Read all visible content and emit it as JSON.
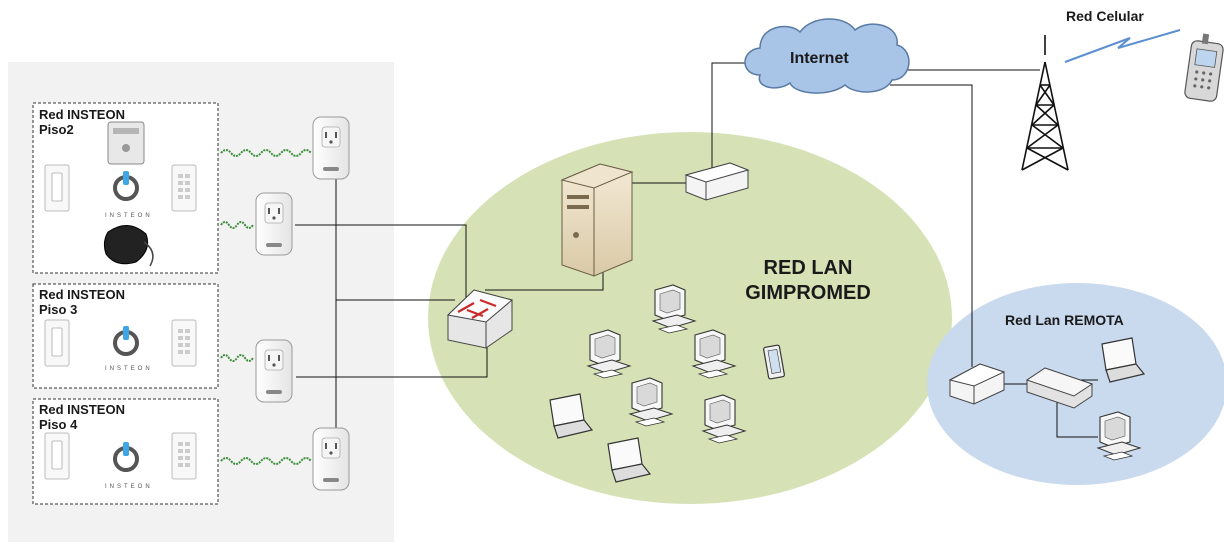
{
  "zones": {
    "floor2": {
      "title": "Red INSTEON",
      "subtitle": "Piso2"
    },
    "floor3": {
      "title": "Red INSTEON",
      "subtitle": "Piso 3"
    },
    "floor4": {
      "title": "Red INSTEON",
      "subtitle": "Piso 4"
    }
  },
  "lan": {
    "line1": "RED LAN",
    "line2": "GIMPROMED"
  },
  "remote_lan": {
    "label": "Red Lan REMOTA"
  },
  "internet": {
    "label": "Internet"
  },
  "cellular": {
    "label": "Red Celular"
  },
  "brand": {
    "insteon": "INSTEON"
  },
  "colors": {
    "panel": "#f2f2f2",
    "lan_ellipse": "#d6e2b6",
    "remote_ellipse": "#c9d9ee",
    "cloud": "#a8c4e6",
    "powerline": "#3c8f3a",
    "switch_arrows": "#cc2a2a"
  }
}
